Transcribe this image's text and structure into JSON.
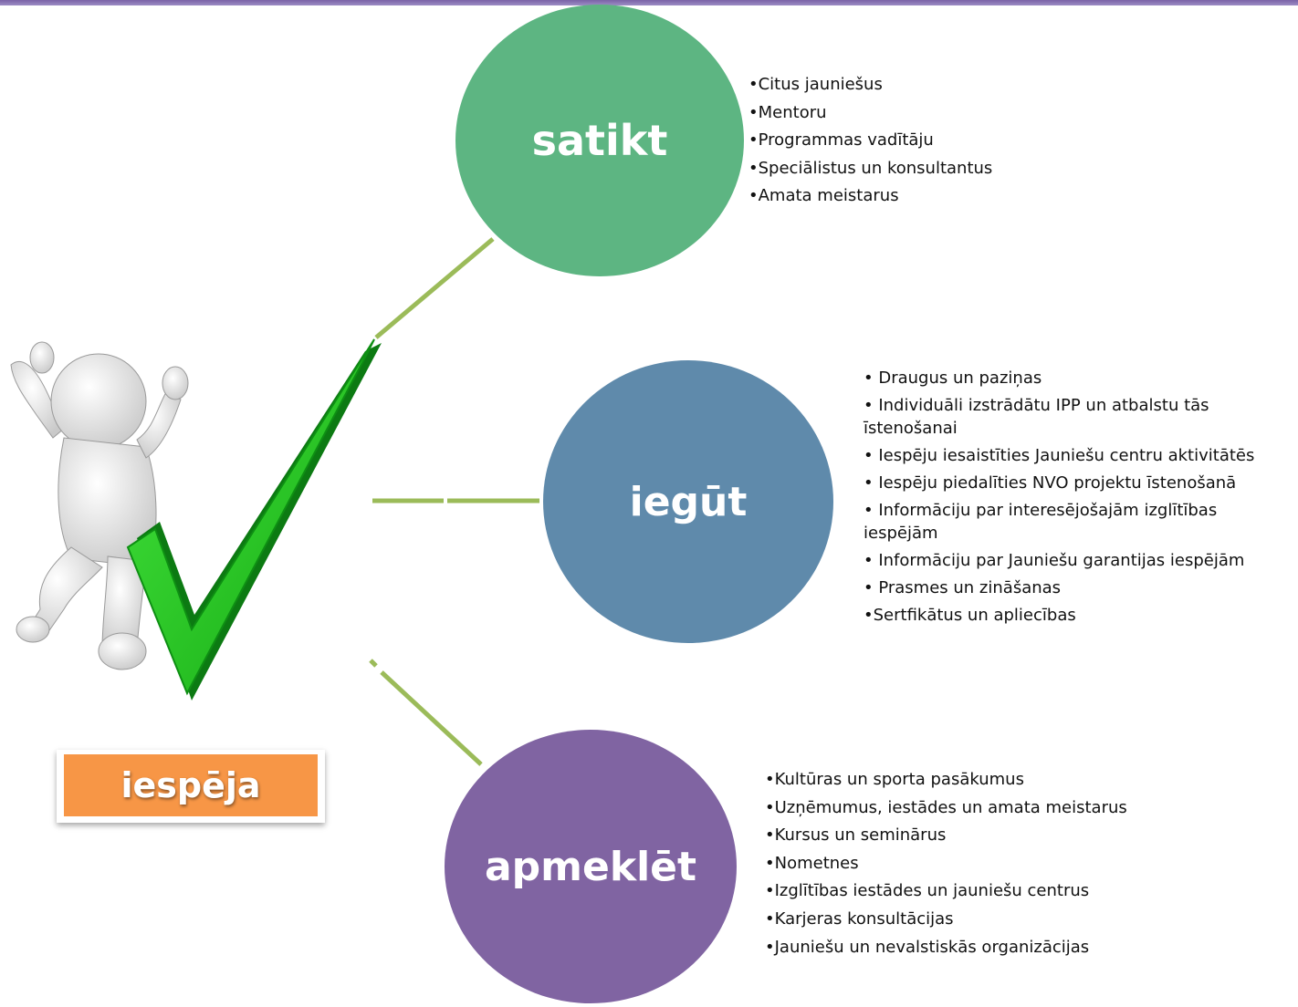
{
  "center_label": "iespēja",
  "branches": [
    {
      "title": "satikt",
      "color": "#5db582",
      "items": [
        "•Citus jauniešus",
        "•Mentoru",
        "•Programmas vadītāju",
        "•Speciālistus un konsultantus",
        "•Amata meistarus"
      ]
    },
    {
      "title": "iegūt",
      "color": "#5f8aab",
      "items": [
        "• Draugus un paziņas",
        "• Individuāli izstrādātu IPP un atbalstu tās īstenošanai",
        "• Iespēju iesaistīties Jauniešu  centru aktivitātēs",
        "• Iespēju piedalīties NVO projektu īstenošanā",
        "• Informāciju par  interesējošajām izglītības iespējām",
        "• Informāciju par Jauniešu garantijas iespējām",
        "• Prasmes un zināšanas",
        "•Sertfikātus un apliecības"
      ]
    },
    {
      "title": "apmeklēt",
      "color": "#8064a2",
      "items": [
        "•Kultūras un sporta pasākumus",
        "•Uzņēmumus, iestādes un amata meistarus",
        "•Kursus un seminārus",
        "•Nometnes",
        "•Izglītības iestādes un jauniešu centrus",
        "•Karjeras konsultācijas",
        "•Jauniešu un nevalstiskās organizācijas"
      ]
    }
  ],
  "colors": {
    "connector": "#9bbb59",
    "label_fill": "#f79646",
    "checkmark": "#22c81e",
    "top_bar": "#8064a2"
  }
}
